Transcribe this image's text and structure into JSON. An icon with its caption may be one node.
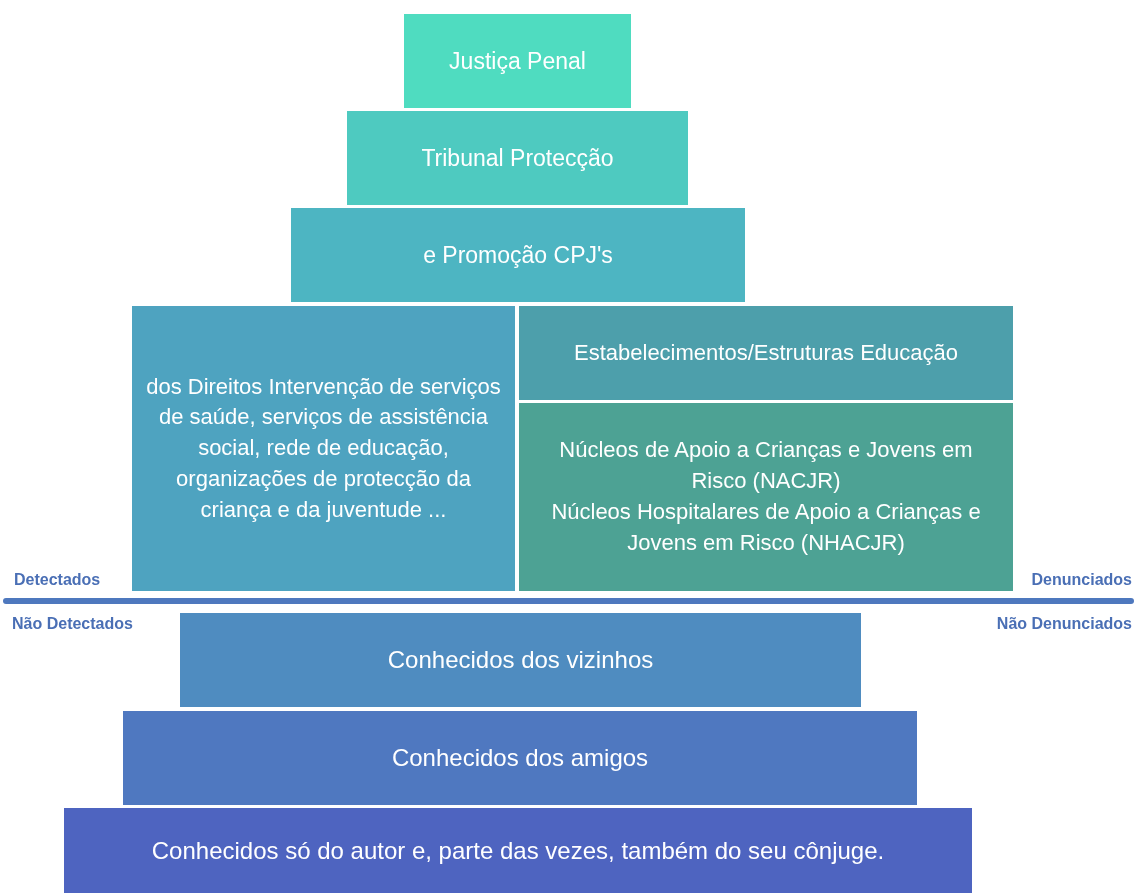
{
  "diagram": {
    "nodes": [
      {
        "text": [
          "Justiça Penal"
        ]
      },
      {
        "text": [
          "Tribunal Protecção"
        ]
      },
      {
        "text": [
          "e Promoção CPJ's"
        ]
      },
      {
        "text": [
          "dos Direitos Intervenção de serviços de saúde, serviços de assistência social, rede de educação, organizações de protecção da criança e da juventude ..."
        ]
      },
      {
        "text": [
          "Estabelecimentos/Estruturas Educação"
        ]
      },
      {
        "text": [
          "Núcleos de Apoio a Crianças e Jovens em Risco (NACJR)",
          "Núcleos Hospitalares de Apoio a Crianças e Jovens em Risco (NHACJR)"
        ]
      },
      {
        "text": [
          "Conhecidos dos vizinhos"
        ]
      },
      {
        "text": [
          "Conhecidos dos amigos"
        ]
      },
      {
        "text": [
          "Conhecidos só do autor e, parte das vezes, também do seu cônjuge."
        ]
      }
    ],
    "edges": [],
    "labels": [
      "Detectados",
      "Denunciados",
      "Não Detectados",
      "Não Denunciados"
    ]
  }
}
